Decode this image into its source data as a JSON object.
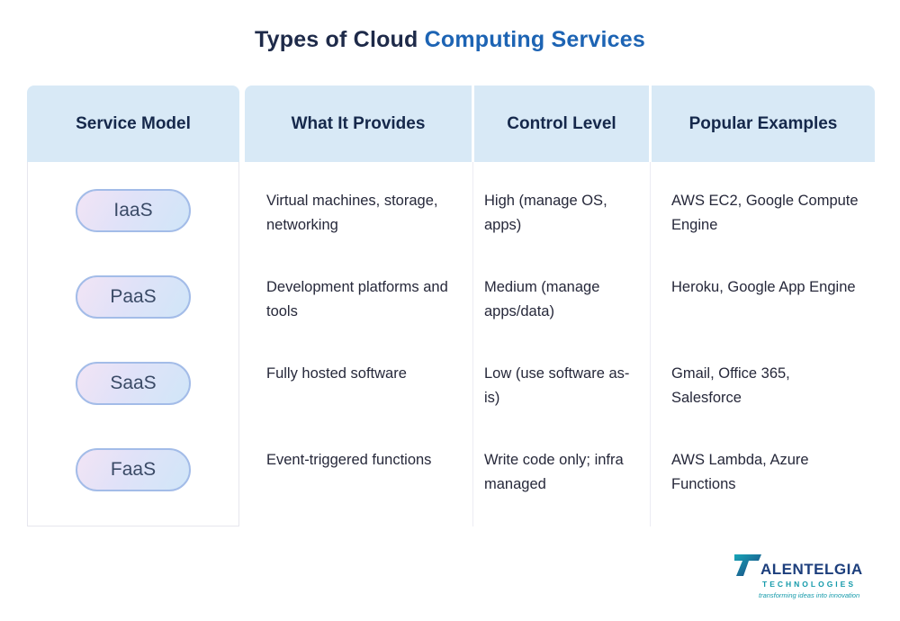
{
  "title": {
    "dark": "Types of Cloud ",
    "accent": "Computing Services"
  },
  "table": {
    "service_model_header": "Service Model",
    "columns": [
      "What It Provides",
      "Control Level",
      "Popular Examples"
    ],
    "rows": [
      {
        "model": "IaaS",
        "provides": "Virtual machines, storage, networking",
        "control": "High (manage OS, apps)",
        "examples": "AWS EC2, Google Compute Engine"
      },
      {
        "model": "PaaS",
        "provides": "Development platforms and tools",
        "control": "Medium (manage apps/data)",
        "examples": "Heroku, Google App Engine"
      },
      {
        "model": "SaaS",
        "provides": "Fully hosted software",
        "control": "Low (use software as-is)",
        "examples": "Gmail, Office 365, Salesforce"
      },
      {
        "model": "FaaS",
        "provides": "Event-triggered functions",
        "control": "Write code only; infra managed",
        "examples": "AWS Lambda, Azure Functions"
      }
    ]
  },
  "logo": {
    "name": "ALENTELGIA",
    "sub": "TECHNOLOGIES",
    "tagline": "transforming ideas into innovation"
  },
  "colors": {
    "header_bg": "#d8e9f6",
    "accent_blue": "#1d64b4",
    "navy": "#1e2a49",
    "teal": "#149aaa"
  }
}
